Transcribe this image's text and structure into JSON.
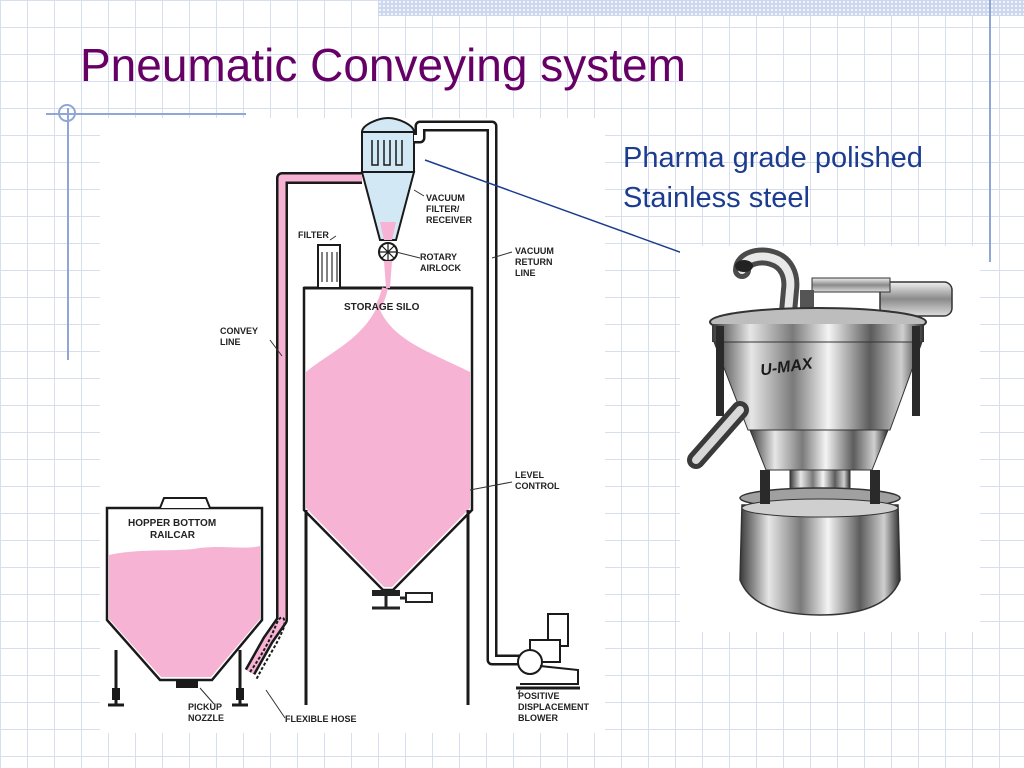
{
  "slide": {
    "title": "Pneumatic Conveying system",
    "note_line1": "Pharma grade polished",
    "note_line2": "Stainless steel"
  },
  "diagram": {
    "labels": {
      "vacuum_filter_1": "VACUUM",
      "vacuum_filter_2": "FILTER/",
      "vacuum_filter_3": "RECEIVER",
      "filter": "FILTER",
      "rotary_airlock_1": "ROTARY",
      "rotary_airlock_2": "AIRLOCK",
      "vacuum_return_1": "VACUUM",
      "vacuum_return_2": "RETURN",
      "vacuum_return_3": "LINE",
      "storage_silo": "STORAGE SILO",
      "convey_line_1": "CONVEY",
      "convey_line_2": "LINE",
      "level_control_1": "LEVEL",
      "level_control_2": "CONTROL",
      "hopper_1": "HOPPER BOTTOM",
      "hopper_2": "RAILCAR",
      "pickup_1": "PICKUP",
      "pickup_2": "NOZZLE",
      "flexible_hose": "FLEXIBLE HOSE",
      "blower_1": "POSITIVE",
      "blower_2": "DISPLACEMENT",
      "blower_3": "BLOWER"
    },
    "photo_brand": "U-MAX"
  },
  "colors": {
    "title": "#660066",
    "note": "#1c3d8f",
    "material_pink": "#f6b3d3",
    "receiver_blue": "#d3e8f5",
    "grid": "#d7deef"
  }
}
